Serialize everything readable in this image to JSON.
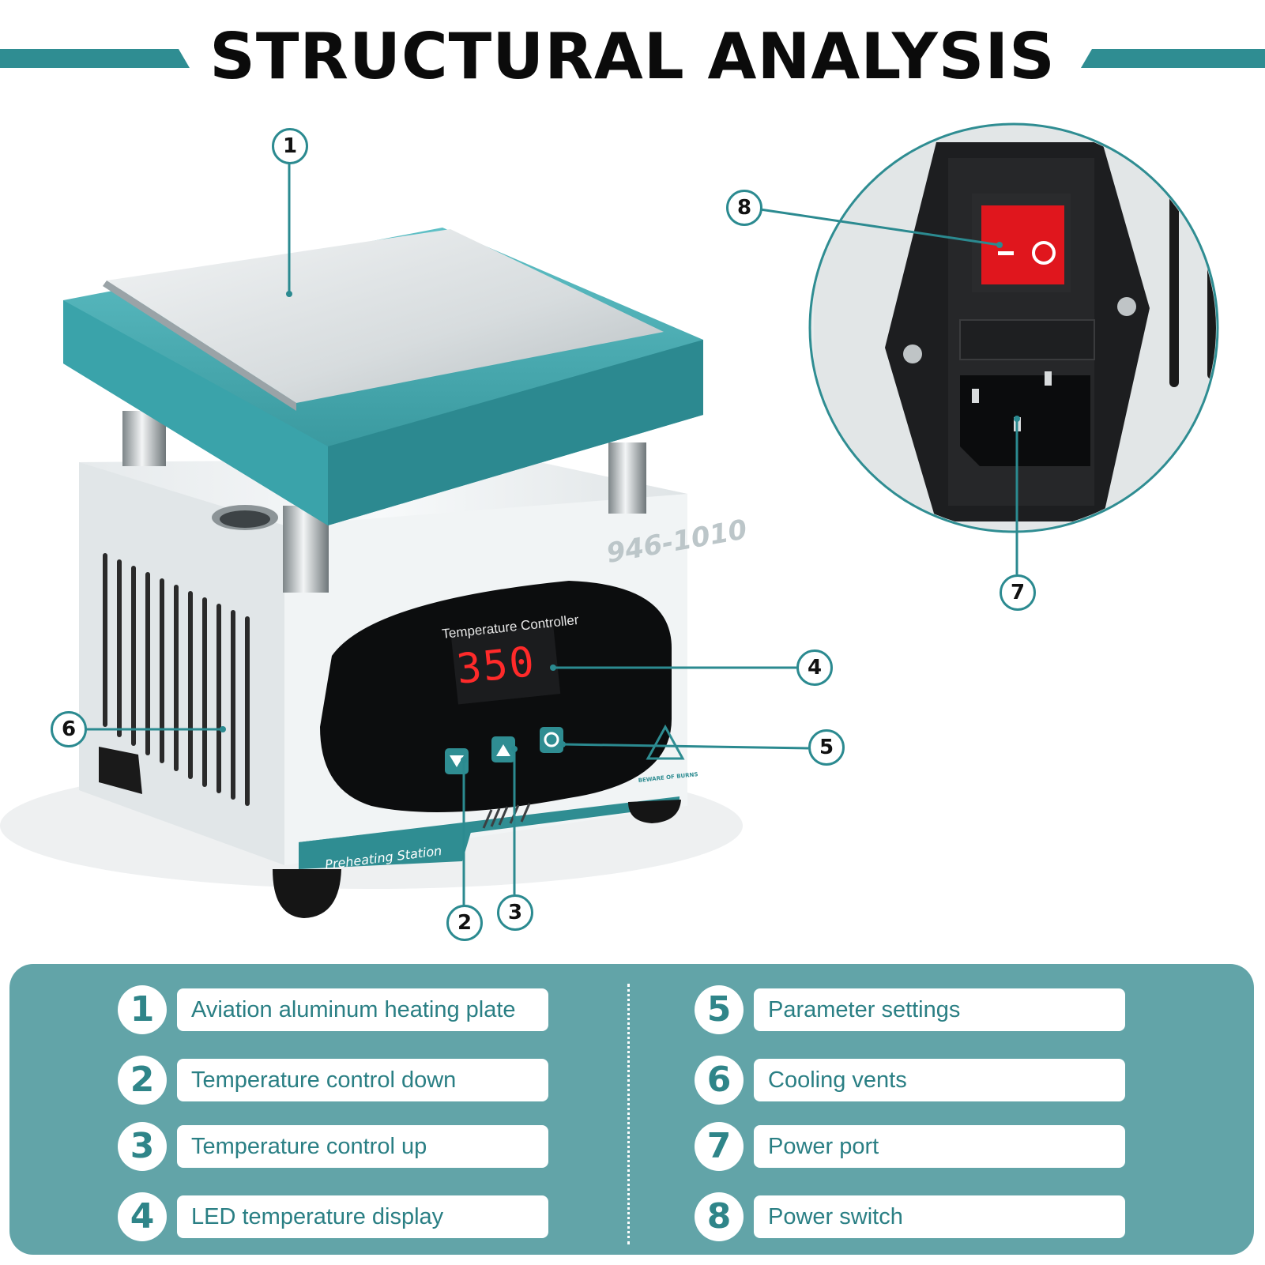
{
  "header": {
    "title": "STRUCTURAL ANALYSIS"
  },
  "device": {
    "display_label": "Temperature Controller",
    "display_value": "350",
    "model": "946-1010",
    "side_label": "Preheating Station",
    "warning_text": "BEWARE OF BURNS",
    "switch_off_symbol": "O",
    "switch_on_symbol": "I"
  },
  "callouts": [
    "1",
    "2",
    "3",
    "4",
    "5",
    "6",
    "7",
    "8"
  ],
  "legend": {
    "left": [
      {
        "num": "1",
        "label": "Aviation aluminum heating plate"
      },
      {
        "num": "2",
        "label": "Temperature control down"
      },
      {
        "num": "3",
        "label": "Temperature control up"
      },
      {
        "num": "4",
        "label": "LED temperature display"
      }
    ],
    "right": [
      {
        "num": "5",
        "label": "Parameter settings"
      },
      {
        "num": "6",
        "label": "Cooling vents"
      },
      {
        "num": "7",
        "label": "Power port"
      },
      {
        "num": "8",
        "label": "Power switch"
      }
    ]
  },
  "colors": {
    "accent": "#2f8d92",
    "panel": "#62a4a8",
    "plate_frame": "#3aa3aa",
    "led_red": "#ff2a2a",
    "switch_red": "#e0161d"
  }
}
